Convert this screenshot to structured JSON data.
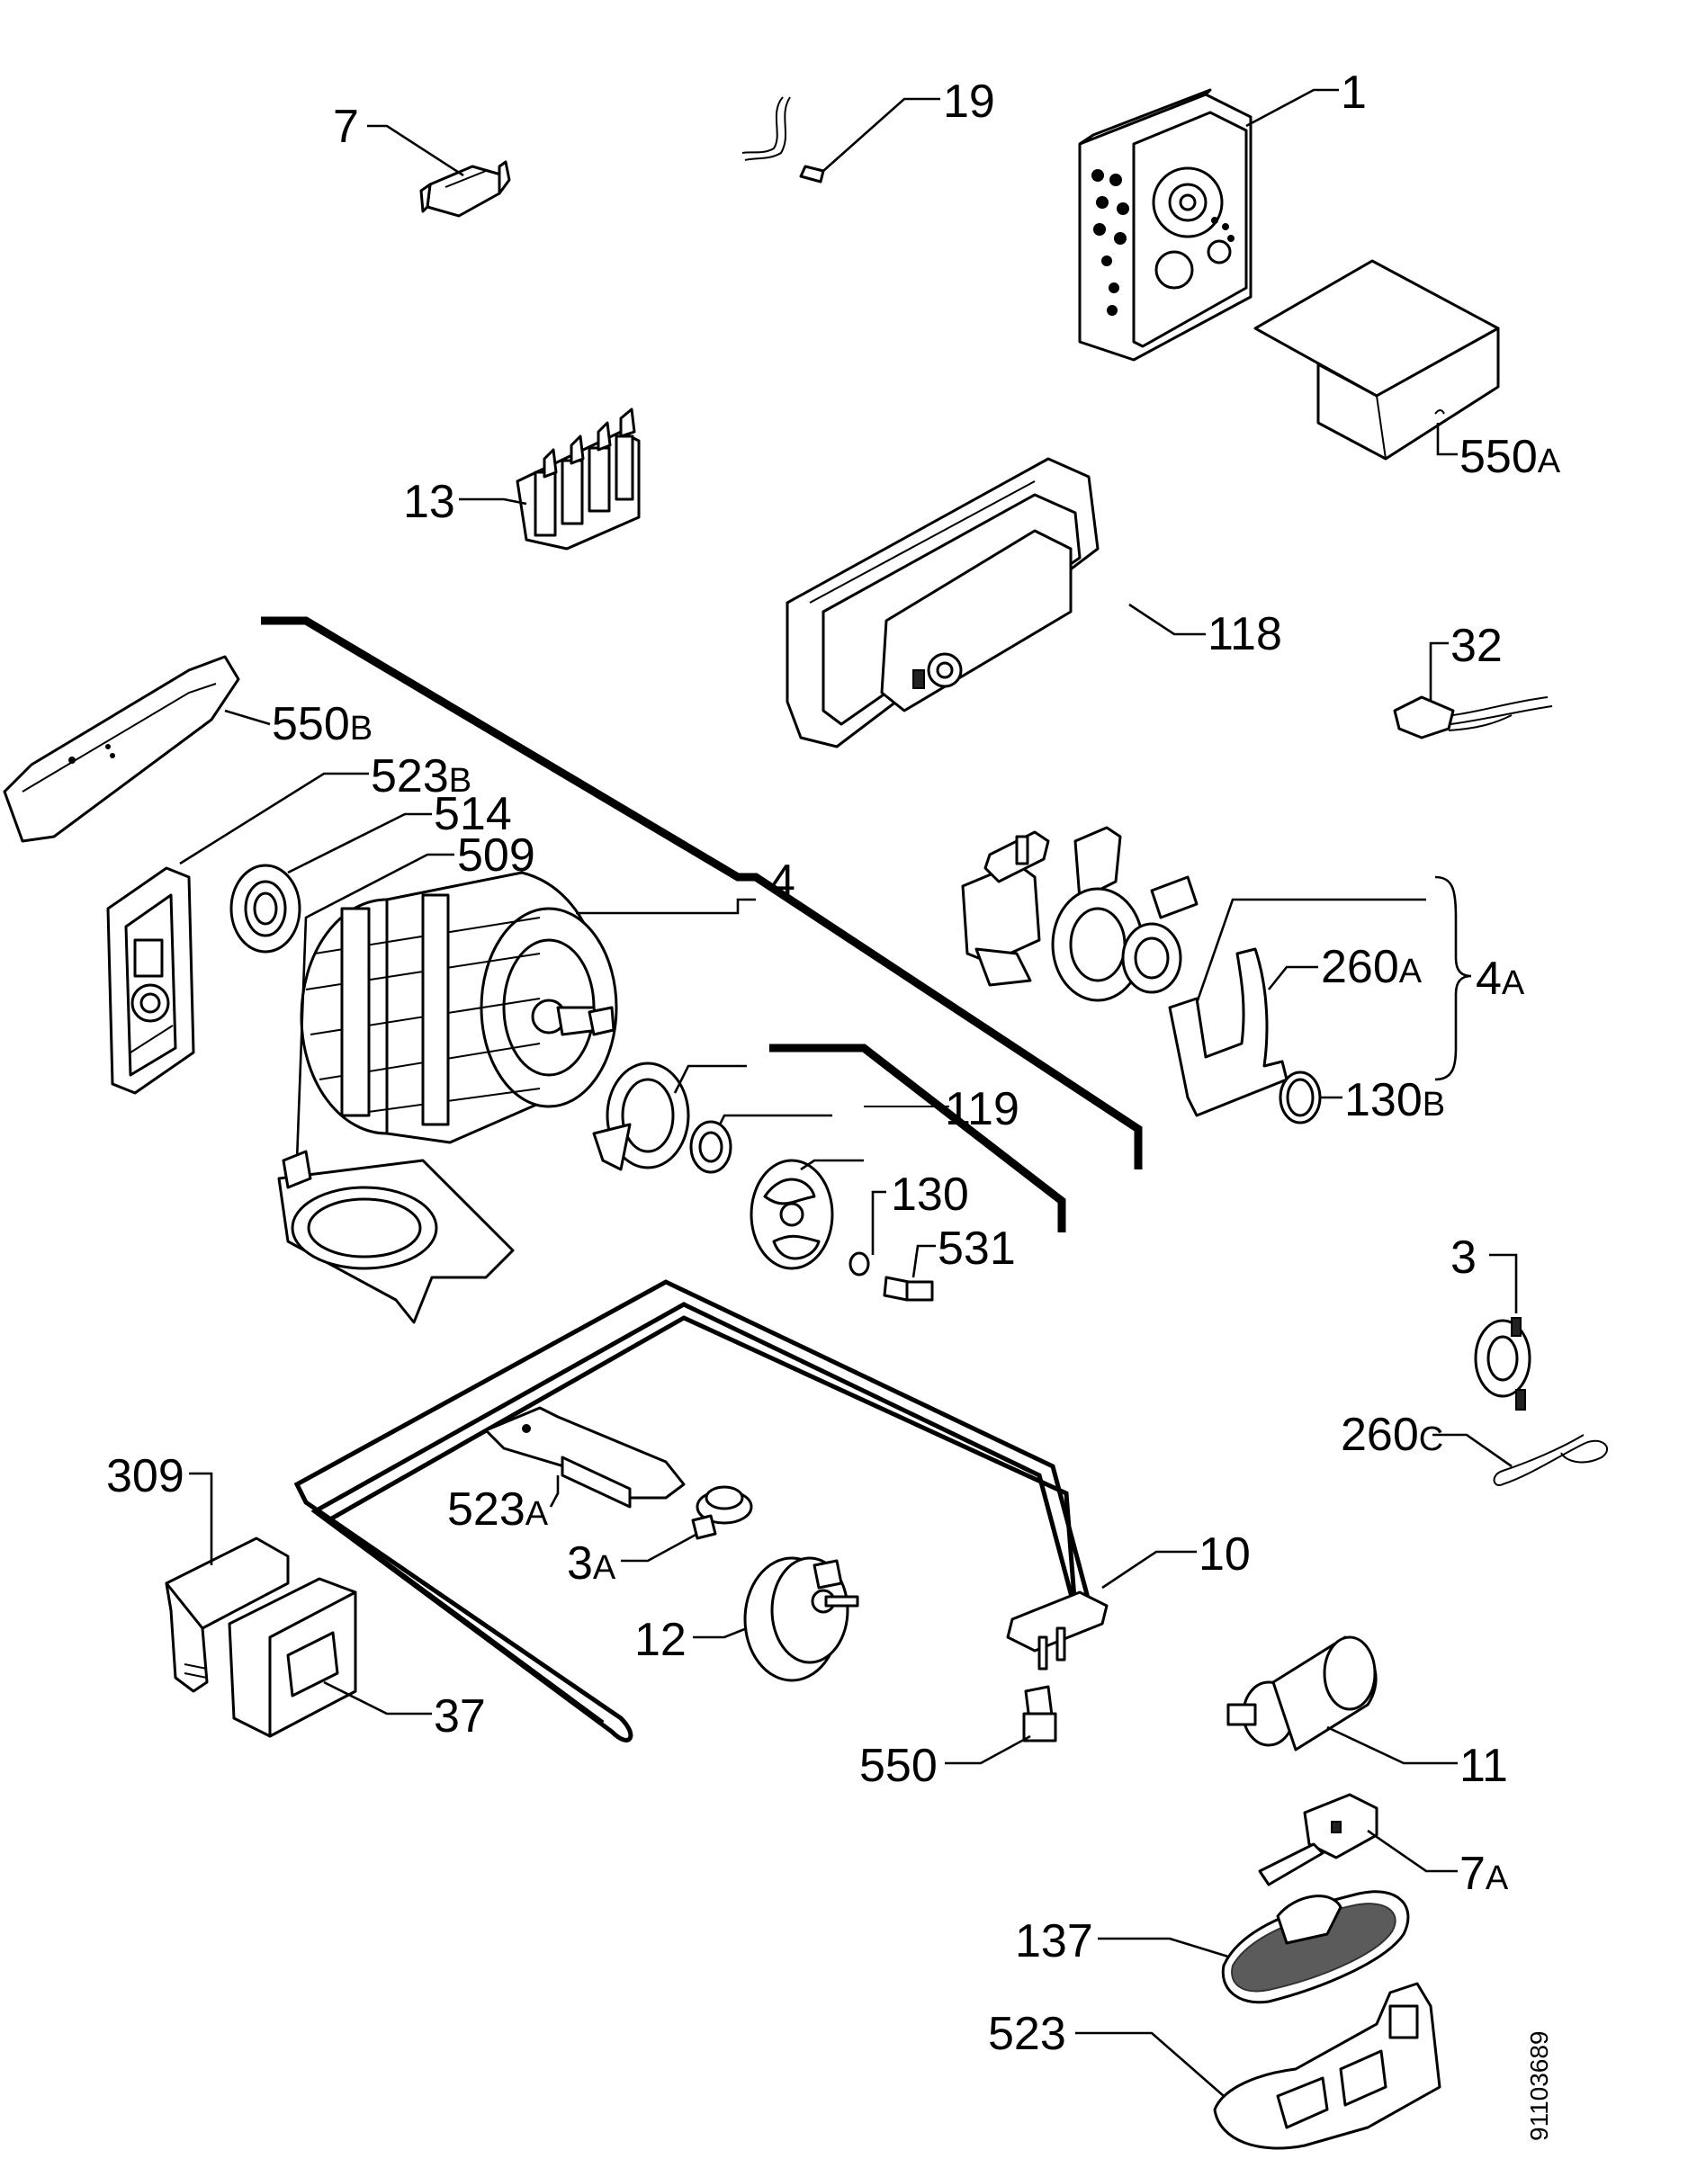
{
  "diagram": {
    "document_number": "91103689",
    "labels": {
      "p1": {
        "num": "1",
        "suffix": ""
      },
      "p7": {
        "num": "7",
        "suffix": ""
      },
      "p19": {
        "num": "19",
        "suffix": ""
      },
      "p550a": {
        "num": "550",
        "suffix": "A"
      },
      "p13": {
        "num": "13",
        "suffix": ""
      },
      "p118": {
        "num": "118",
        "suffix": ""
      },
      "p32": {
        "num": "32",
        "suffix": ""
      },
      "p550b": {
        "num": "550",
        "suffix": "B"
      },
      "p523b": {
        "num": "523",
        "suffix": "B"
      },
      "p514": {
        "num": "514",
        "suffix": ""
      },
      "p509": {
        "num": "509",
        "suffix": ""
      },
      "p4": {
        "num": "4",
        "suffix": ""
      },
      "p260a": {
        "num": "260",
        "suffix": "A"
      },
      "p4a": {
        "num": "4",
        "suffix": "A"
      },
      "p130b": {
        "num": "130",
        "suffix": "B"
      },
      "p119": {
        "num": "119",
        "suffix": ""
      },
      "p130": {
        "num": "130",
        "suffix": ""
      },
      "p531": {
        "num": "531",
        "suffix": ""
      },
      "p3": {
        "num": "3",
        "suffix": ""
      },
      "p260c": {
        "num": "260",
        "suffix": "C"
      },
      "p309": {
        "num": "309",
        "suffix": ""
      },
      "p523a": {
        "num": "523",
        "suffix": "A"
      },
      "p3a": {
        "num": "3",
        "suffix": "A"
      },
      "p10": {
        "num": "10",
        "suffix": ""
      },
      "p12": {
        "num": "12",
        "suffix": ""
      },
      "p37": {
        "num": "37",
        "suffix": ""
      },
      "p550": {
        "num": "550",
        "suffix": ""
      },
      "p11": {
        "num": "11",
        "suffix": ""
      },
      "p7a": {
        "num": "7",
        "suffix": "A"
      },
      "p137": {
        "num": "137",
        "suffix": ""
      },
      "p523": {
        "num": "523",
        "suffix": ""
      }
    }
  }
}
